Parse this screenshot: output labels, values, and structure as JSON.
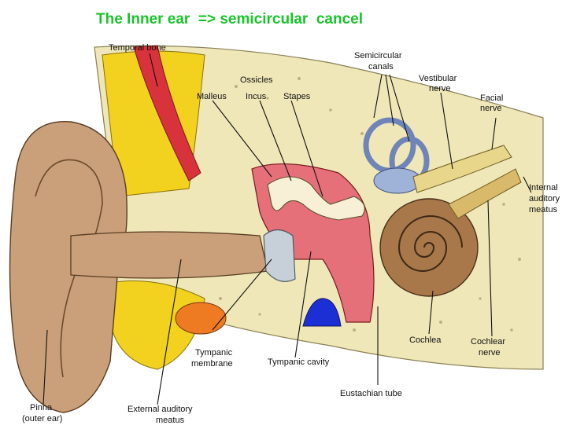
{
  "title": "The Inner ear  => semicircular  cancel",
  "labels": {
    "temporal_bone": "Temporal bone",
    "ossicles": "Ossicles",
    "malleus": "Malleus",
    "incus": "Incus",
    "stapes": "Stapes",
    "semicircular_canals_1": "Semicircular",
    "semicircular_canals_2": "canals",
    "vestibular_nerve_1": "Vestibular",
    "vestibular_nerve_2": "nerve",
    "facial_nerve_1": "Facial",
    "facial_nerve_2": "nerve",
    "internal_auditory_meatus_1": "Internal",
    "internal_auditory_meatus_2": "auditory",
    "internal_auditory_meatus_3": "meatus",
    "cochlea": "Cochlea",
    "cochlear_nerve_1": "Cochlear",
    "cochlear_nerve_2": "nerve",
    "tympanic_membrane_1": "Tympanic",
    "tympanic_membrane_2": "membrane",
    "tympanic_cavity": "Tympanic cavity",
    "eustachian_tube": "Eustachian tube",
    "pinna_1": "Pinna",
    "pinna_2": "(outer ear)",
    "external_auditory_meatus_1": "External auditory",
    "external_auditory_meatus_2": "meatus"
  },
  "colors": {
    "title": "#19c42a",
    "bone": "#efe7b8",
    "skin": "#c9a07a",
    "fat": "#f2d21e",
    "red_tissue": "#e5707a",
    "cochlea": "#a8774a",
    "canals": "#9fb3d8",
    "nerve": "#e8d68a",
    "blue_vessel": "#1c2fd4",
    "orange": "#ee7a22"
  }
}
